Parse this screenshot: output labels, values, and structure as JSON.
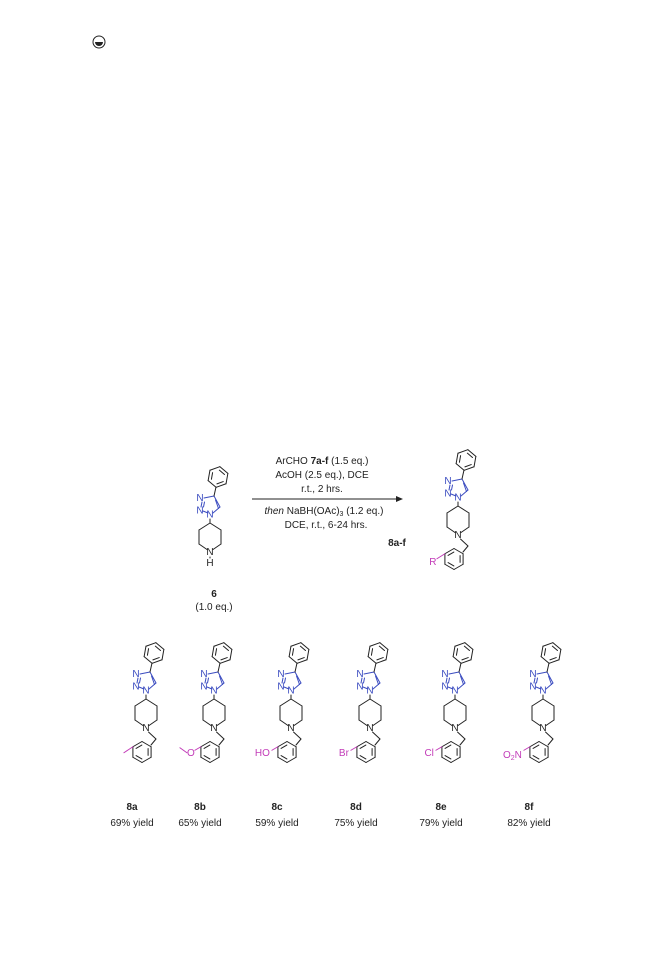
{
  "colors": {
    "bond": "#222222",
    "triazole": "#3b4cc0",
    "substituent": "#c23bb8",
    "text": "#222222"
  },
  "icons": [
    "open-access-icon"
  ],
  "reaction": {
    "reactant": {
      "id": "6",
      "amount": "(1.0 eq.)",
      "nh_n": "N",
      "nh_h": "H"
    },
    "conditions": {
      "line1_a": "ArCHO ",
      "line1_b": "7a-f",
      "line1_c": " (1.5 eq.)",
      "line2": "AcOH (2.5 eq.), DCE",
      "line3": "r.t., 2 hrs.",
      "line4_a": "then",
      "line4_b": " NaBH(OAc)",
      "line4_sub": "3",
      "line4_c": " (1.2 eq.)",
      "line5": "DCE, r.t., 6-24 hrs."
    },
    "product": {
      "id": "8a-f",
      "r_label": "R"
    }
  },
  "products": [
    {
      "id": "8a",
      "yield": "69% yield",
      "substituent": ""
    },
    {
      "id": "8b",
      "yield": "65% yield",
      "substituent": "O"
    },
    {
      "id": "8c",
      "yield": "59% yield",
      "substituent": "HO"
    },
    {
      "id": "8d",
      "yield": "75% yield",
      "substituent": "Br"
    },
    {
      "id": "8e",
      "yield": "79% yield",
      "substituent": "Cl"
    },
    {
      "id": "8f",
      "yield": "82% yield",
      "substituent": "O2N"
    }
  ],
  "atoms": {
    "N": "N"
  }
}
